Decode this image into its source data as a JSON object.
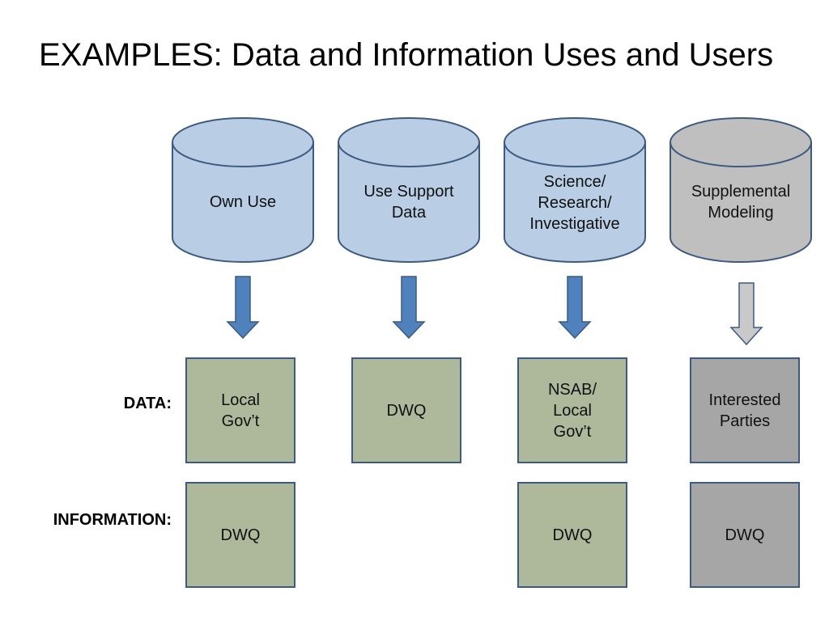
{
  "title": "EXAMPLES:  Data and Information Uses and Users",
  "row_labels": {
    "data": "DATA:",
    "information": "INFORMATION:"
  },
  "colors": {
    "cylinder_blue": "#b9cde5",
    "cylinder_gray": "#bfbfbf",
    "box_green": "#aeb99c",
    "box_gray": "#a6a6a6",
    "border_navy": "#3d5a80",
    "arrow_blue": "#4f81bd",
    "arrow_gray": "#c9c9c9"
  },
  "columns": [
    {
      "cylinder": "Own Use",
      "data_box": "Local\nGov’t",
      "info_box": "DWQ"
    },
    {
      "cylinder": "Use Support\nData",
      "data_box": "DWQ",
      "info_box": ""
    },
    {
      "cylinder": "Science/\nResearch/\nInvestigative",
      "data_box": "NSAB/\nLocal\nGov’t",
      "info_box": "DWQ"
    },
    {
      "cylinder": "Supplemental\nModeling",
      "data_box": "Interested\nParties",
      "info_box": "DWQ"
    }
  ]
}
